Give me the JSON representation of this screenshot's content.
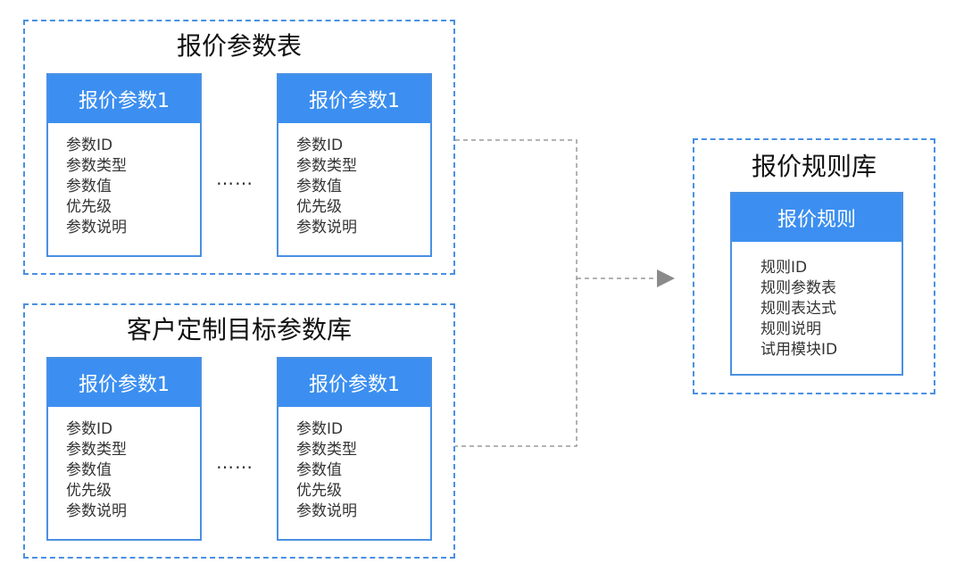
{
  "groups": {
    "quote_params_table": {
      "title": "报价参数表",
      "cards": [
        {
          "header": "报价参数1",
          "fields": [
            "参数ID",
            "参数类型",
            "参数值",
            "优先级",
            "参数说明"
          ]
        },
        {
          "header": "报价参数1",
          "fields": [
            "参数ID",
            "参数类型",
            "参数值",
            "优先级",
            "参数说明"
          ]
        }
      ],
      "ellipsis": "……"
    },
    "custom_target_params_lib": {
      "title": "客户定制目标参数库",
      "cards": [
        {
          "header": "报价参数1",
          "fields": [
            "参数ID",
            "参数类型",
            "参数值",
            "优先级",
            "参数说明"
          ]
        },
        {
          "header": "报价参数1",
          "fields": [
            "参数ID",
            "参数类型",
            "参数值",
            "优先级",
            "参数说明"
          ]
        }
      ],
      "ellipsis": "……"
    },
    "quote_rules_lib": {
      "title": "报价规则库",
      "card": {
        "header": "报价规则",
        "fields": [
          "规则ID",
          "规则参数表",
          "规则表达式",
          "规则说明",
          "试用模块ID"
        ]
      }
    }
  },
  "colors": {
    "accent": "#3c8ff0",
    "border": "#4a90e2",
    "connector": "#999999"
  }
}
